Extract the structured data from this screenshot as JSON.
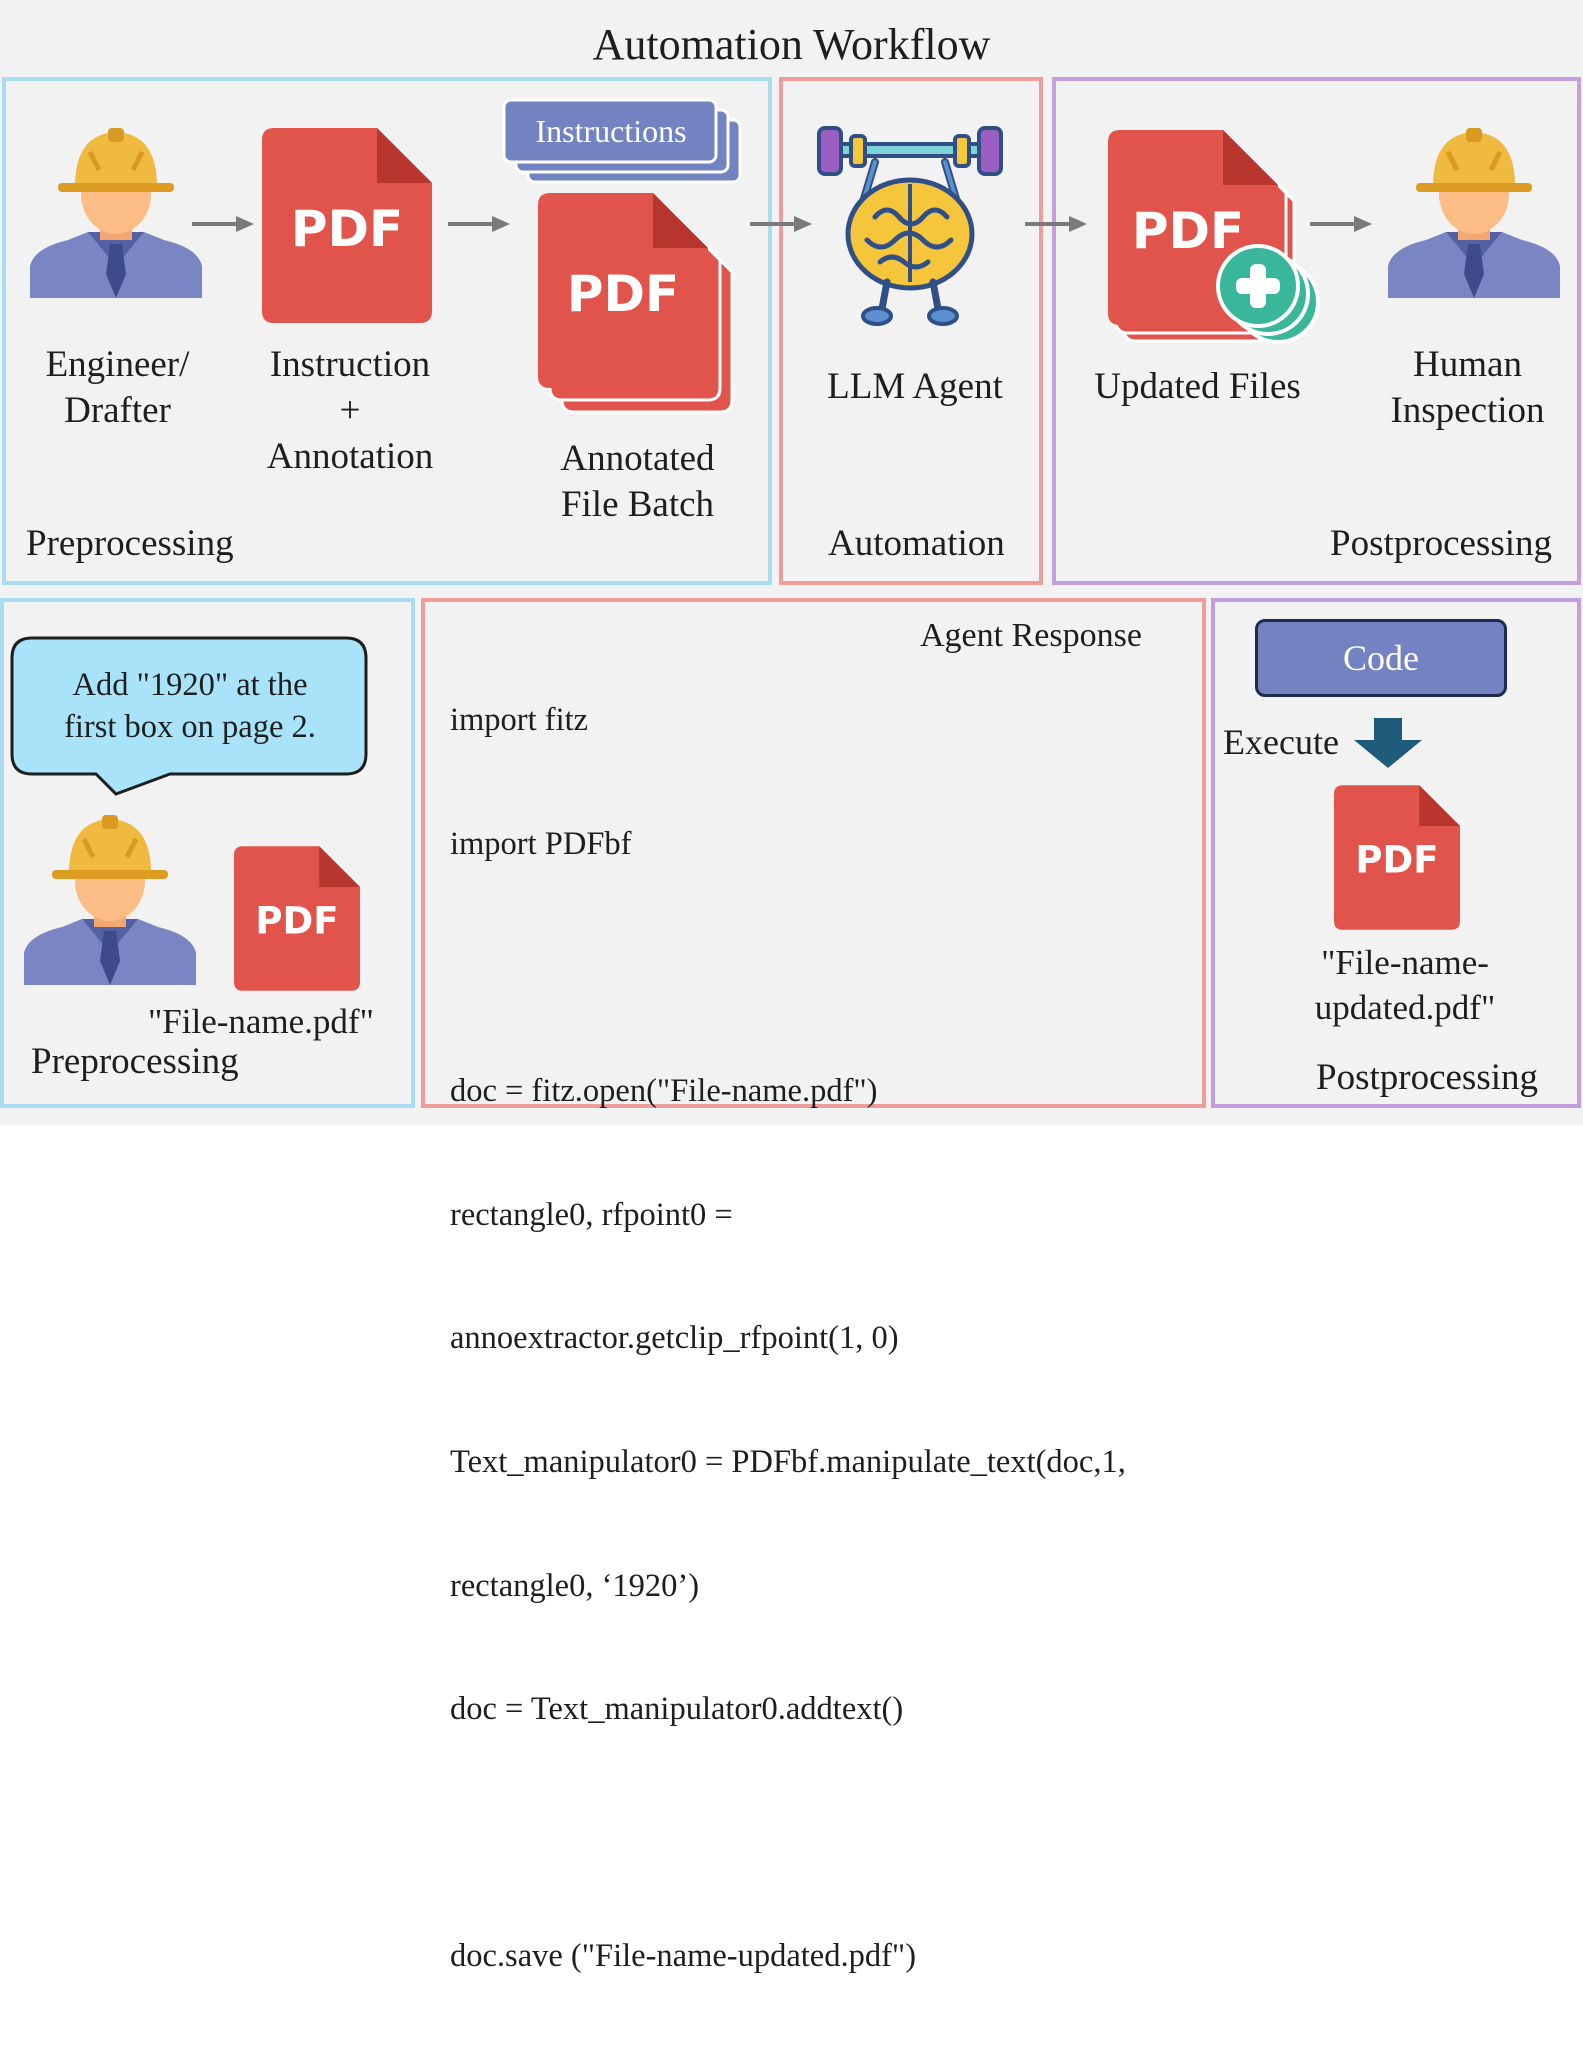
{
  "title": "Automation Workflow",
  "top": {
    "preprocessing": {
      "stage_label": "Preprocessing",
      "engineer_label": "Engineer/\nDrafter",
      "instruction_label": "Instruction\n+\nAnnotation",
      "instructions_tag": "Instructions",
      "batch_label": "Annotated\nFile Batch",
      "pdf_text": "PDF"
    },
    "automation": {
      "stage_label": "Automation",
      "agent_label": "LLM Agent"
    },
    "postprocessing": {
      "stage_label": "Postprocessing",
      "updated_label": "Updated Files",
      "inspection_label": "Human\nInspection",
      "pdf_text": "PDF"
    }
  },
  "bottom": {
    "preprocessing": {
      "stage_label": "Preprocessing",
      "speech_text": "Add \"1920\" at the\nfirst box on page 2.",
      "file_label": "\"File-name.pdf\"",
      "pdf_text": "PDF"
    },
    "agent_response": {
      "heading": "Agent Response",
      "code_lines": [
        "import fitz",
        "import PDFbf",
        "",
        "doc = fitz.open(\"File-name.pdf\")",
        "rectangle0, rfpoint0 =",
        "annoextractor.getclip_rfpoint(1, 0)",
        "Text_manipulator0 = PDFbf.manipulate_text(doc,1,",
        "rectangle0, ‘1920’)",
        "doc = Text_manipulator0.addtext()",
        "",
        "doc.save (\"File-name-updated.pdf\")"
      ]
    },
    "postprocessing": {
      "stage_label": "Postprocessing",
      "code_button": "Code",
      "execute_label": "Execute",
      "file_label": "\"File-name-\nupdated.pdf\"",
      "pdf_text": "PDF"
    }
  },
  "colors": {
    "pdf_red": "#e0544b",
    "pdf_fold": "#b8362e",
    "tag_blue": "#7383c2",
    "execute_arrow": "#1f5b7a",
    "helmet": "#f0b940",
    "skin": "#fbbd85",
    "shirt": "#7a86c4",
    "plus_green": "#3ab79a",
    "brain_yellow": "#f5c63c",
    "dumbbell_blue": "#5b8fd0",
    "panel_blue": "#a8dcf2",
    "panel_red": "#ef9c9c",
    "panel_purple": "#c39ee0"
  },
  "icons": [
    "engineer-icon",
    "pdf-icon",
    "llm-agent-icon",
    "updated-pdf-icon",
    "arrow-right-icon",
    "execute-arrow-icon"
  ]
}
